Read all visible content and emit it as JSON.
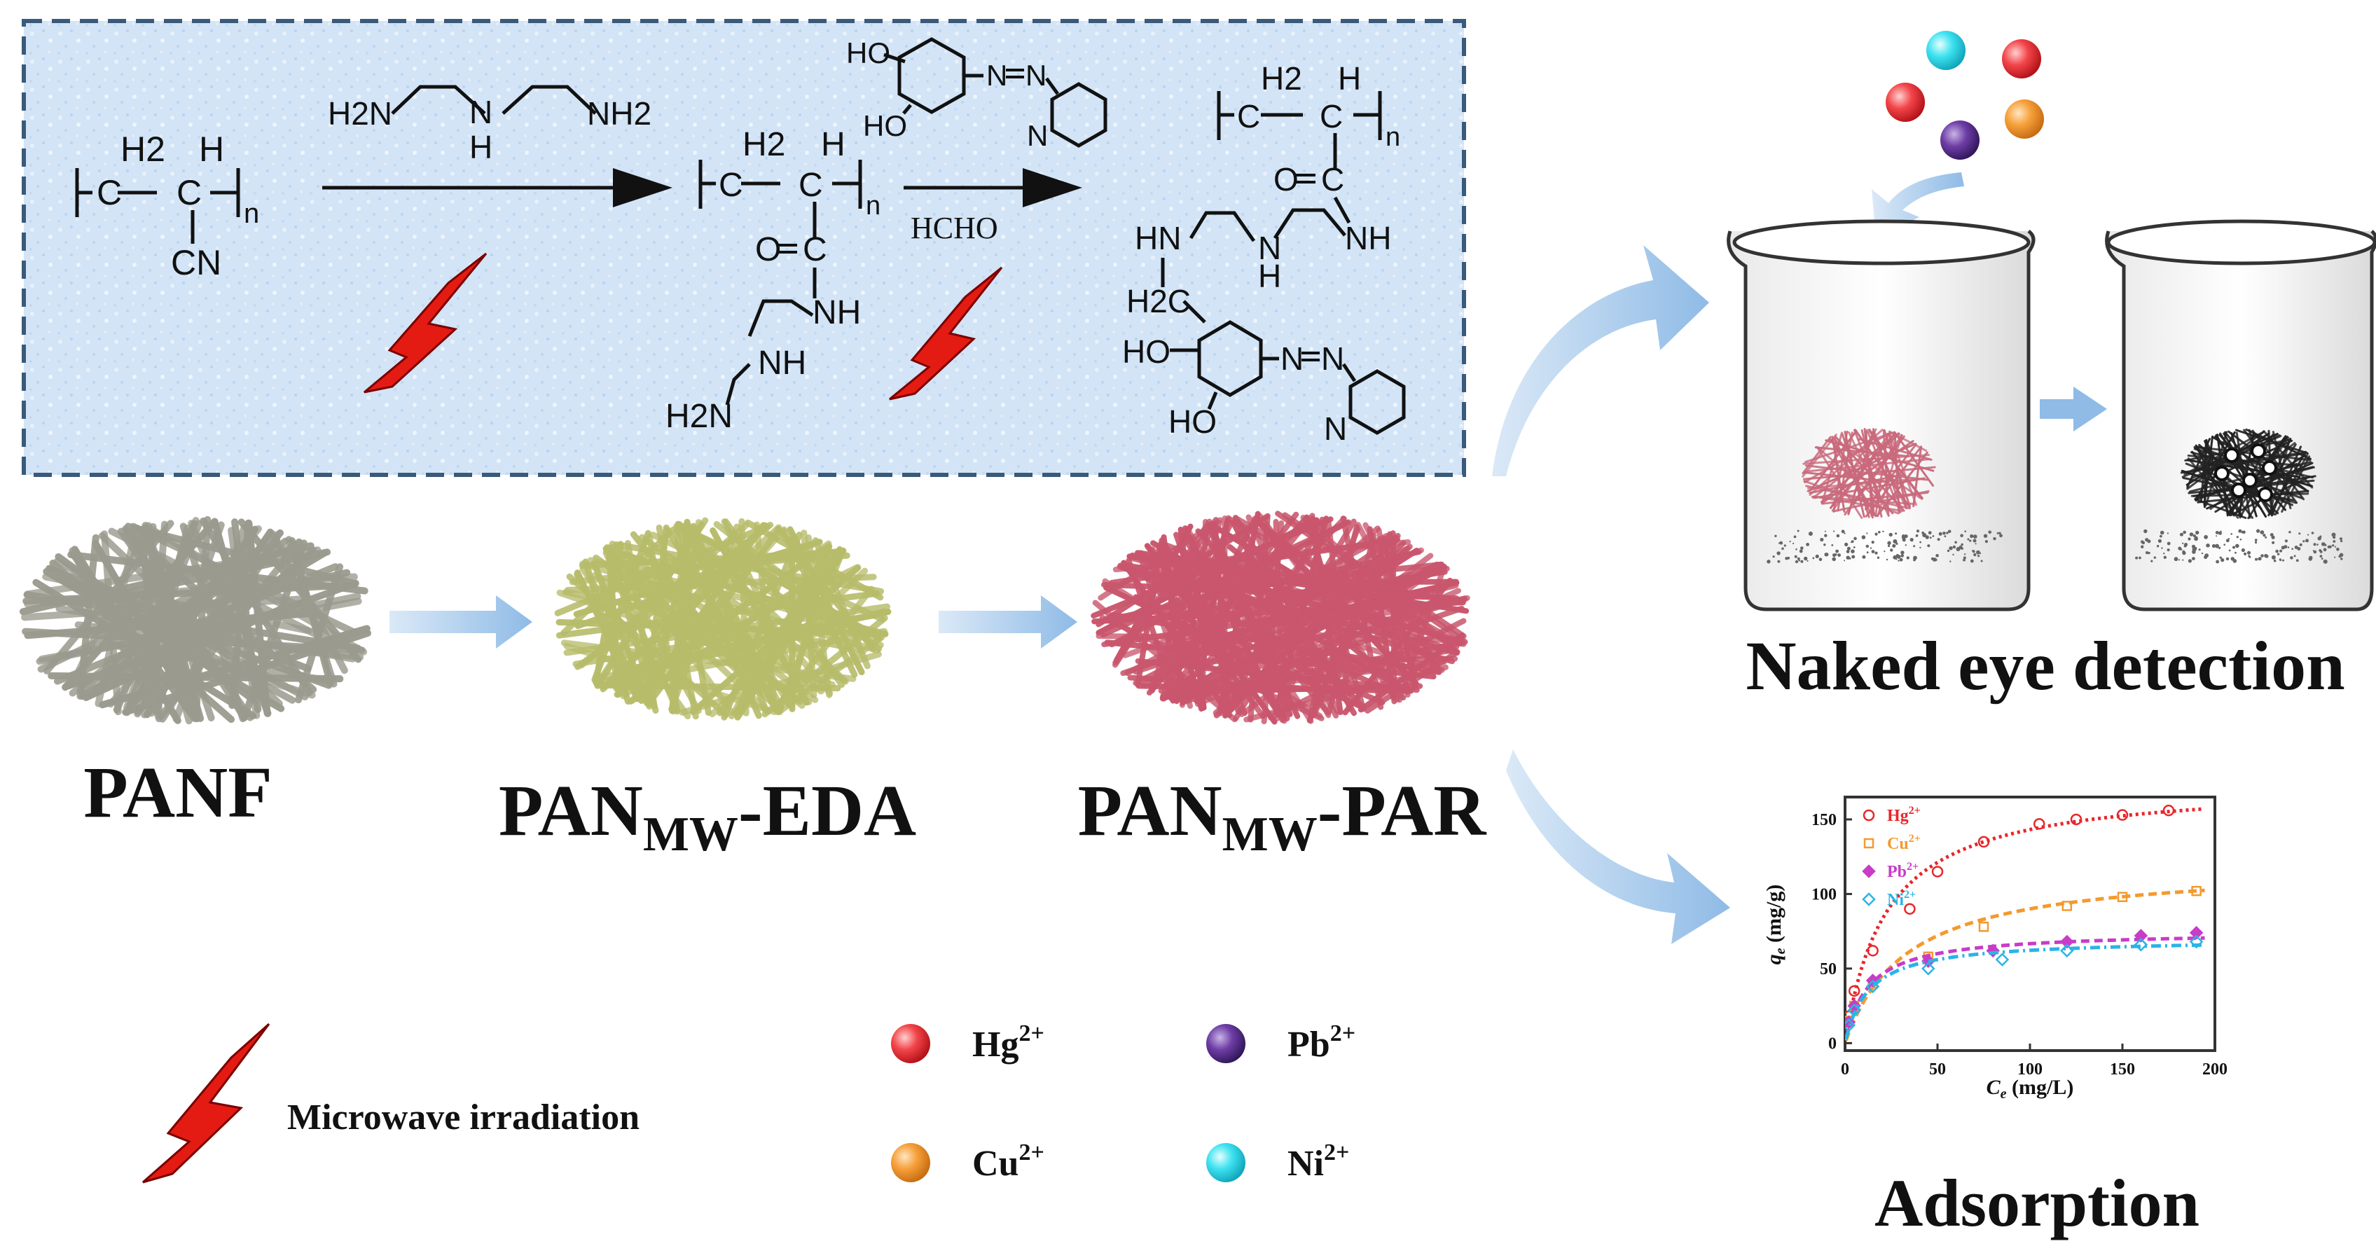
{
  "chem": {
    "pan_repeat": {
      "h2": "H2",
      "h": "H",
      "c1": "C",
      "c2": "C",
      "n": "n",
      "cn": "CN"
    },
    "eda": {
      "h2n_left": "H2N",
      "nh_center": "N",
      "h_center": "H",
      "nh2_right": "NH2"
    },
    "pan_eda": {
      "h2": "H2",
      "h": "H",
      "c1": "C",
      "c2": "C",
      "n": "n",
      "o": "O",
      "c_amide": "C",
      "nh": "NH",
      "nh2": "NH",
      "h2n": "H2N"
    },
    "par": {
      "ho_top": "HO",
      "ho_bottom": "HO",
      "n1": "N",
      "n2": "N",
      "n_pyr": "N"
    },
    "hcho": "HCHO",
    "product": {
      "h2": "H2",
      "h": "H",
      "c1": "C",
      "c2": "C",
      "n": "n",
      "o": "O",
      "c_amide": "C",
      "nh_right": "NH",
      "n_center": "N",
      "h_center": "H",
      "hn_left": "HN",
      "h2c": "H2C",
      "ho_top": "HO",
      "ho_bottom": "HO",
      "n1": "N",
      "n2": "N",
      "n_pyr": "N"
    }
  },
  "labels": {
    "panf": "PANF",
    "pan_eda_main": "PAN",
    "pan_eda_sub": "MW",
    "pan_eda_suffix": "-EDA",
    "pan_par_main": "PAN",
    "pan_par_sub": "MW",
    "pan_par_suffix": "-PAR",
    "naked_eye": "Naked eye detection",
    "adsorption": "Adsorption",
    "microwave": "Microwave irradiation"
  },
  "legend": [
    {
      "ion": "Hg",
      "charge": "2+",
      "color": "#e8262a"
    },
    {
      "ion": "Pb",
      "charge": "2+",
      "color": "#5a2d8c"
    },
    {
      "ion": "Cu",
      "charge": "2+",
      "color": "#f39a2e"
    },
    {
      "ion": "Ni",
      "charge": "2+",
      "color": "#28d8e8"
    }
  ],
  "colors": {
    "panf": "#9a9a8e",
    "pan_eda": "#b7bc6a",
    "pan_par": "#c9566c",
    "arrow": "#9cc3e8",
    "panel_bg": "#cfe2f6",
    "panel_border": "#3a5a7a"
  },
  "chart_data": {
    "type": "scatter",
    "xlabel_main": "C",
    "xlabel_sub": "e",
    "xlabel_unit": " (mg/L)",
    "ylabel_main": "q",
    "ylabel_sub": "e",
    "ylabel_unit": " (mg/g)",
    "xlim": [
      0,
      200
    ],
    "ylim": [
      -5,
      165
    ],
    "xticks": [
      0,
      50,
      100,
      150,
      200
    ],
    "yticks": [
      0,
      50,
      100,
      150
    ],
    "legend_position": "top-left",
    "series": [
      {
        "name": "Hg",
        "charge": "2+",
        "color": "#e8262a",
        "marker": "circle",
        "points": [
          [
            2,
            18
          ],
          [
            5,
            35
          ],
          [
            15,
            62
          ],
          [
            35,
            90
          ],
          [
            50,
            115
          ],
          [
            75,
            135
          ],
          [
            105,
            147
          ],
          [
            125,
            150
          ],
          [
            150,
            153
          ],
          [
            175,
            156
          ]
        ],
        "fit_k": 0.045,
        "fit_qmax": 175
      },
      {
        "name": "Cu",
        "charge": "2+",
        "color": "#f39a2e",
        "marker": "square",
        "points": [
          [
            2,
            15
          ],
          [
            5,
            25
          ],
          [
            15,
            40
          ],
          [
            45,
            58
          ],
          [
            75,
            78
          ],
          [
            120,
            92
          ],
          [
            150,
            98
          ],
          [
            190,
            102
          ]
        ],
        "fit_k": 0.03,
        "fit_qmax": 120
      },
      {
        "name": "Pb",
        "charge": "2+",
        "color": "#c83cc8",
        "marker": "diamond",
        "points": [
          [
            2,
            14
          ],
          [
            5,
            25
          ],
          [
            15,
            42
          ],
          [
            45,
            55
          ],
          [
            80,
            62
          ],
          [
            120,
            68
          ],
          [
            160,
            72
          ],
          [
            190,
            74
          ]
        ],
        "fit_k": 0.08,
        "fit_qmax": 75
      },
      {
        "name": "Ni",
        "charge": "2+",
        "color": "#2ab4e6",
        "marker": "diamond",
        "points": [
          [
            2,
            12
          ],
          [
            5,
            22
          ],
          [
            15,
            38
          ],
          [
            45,
            50
          ],
          [
            85,
            56
          ],
          [
            120,
            62
          ],
          [
            160,
            66
          ],
          [
            190,
            68
          ]
        ],
        "fit_k": 0.08,
        "fit_qmax": 70
      }
    ]
  }
}
